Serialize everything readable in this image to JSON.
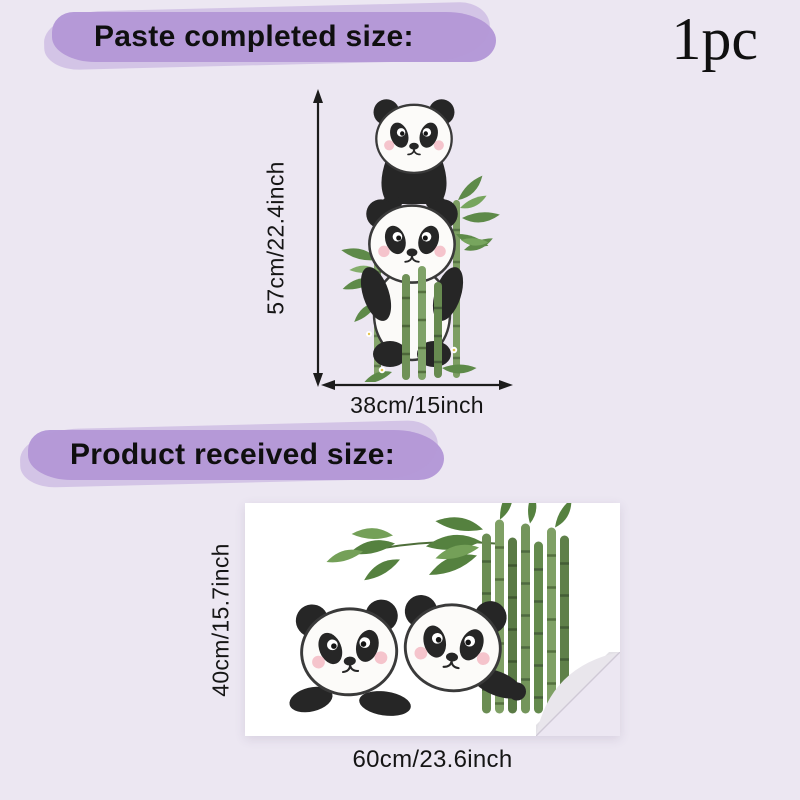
{
  "colors": {
    "background": "#ece7f2",
    "brush": "#b59ad8",
    "text": "#121212"
  },
  "header": {
    "quantity": "1pc"
  },
  "paste_size": {
    "heading": "Paste completed size:",
    "height": "57cm/22.4inch",
    "width": "38cm/15inch",
    "alt": "two cartoon pandas stacked with bamboo"
  },
  "received_size": {
    "heading": "Product received size:",
    "height": "40cm/15.7inch",
    "width": "60cm/23.6inch",
    "alt": "two cartoon pandas beside a bamboo bundle on a white sheet with a curled corner"
  }
}
